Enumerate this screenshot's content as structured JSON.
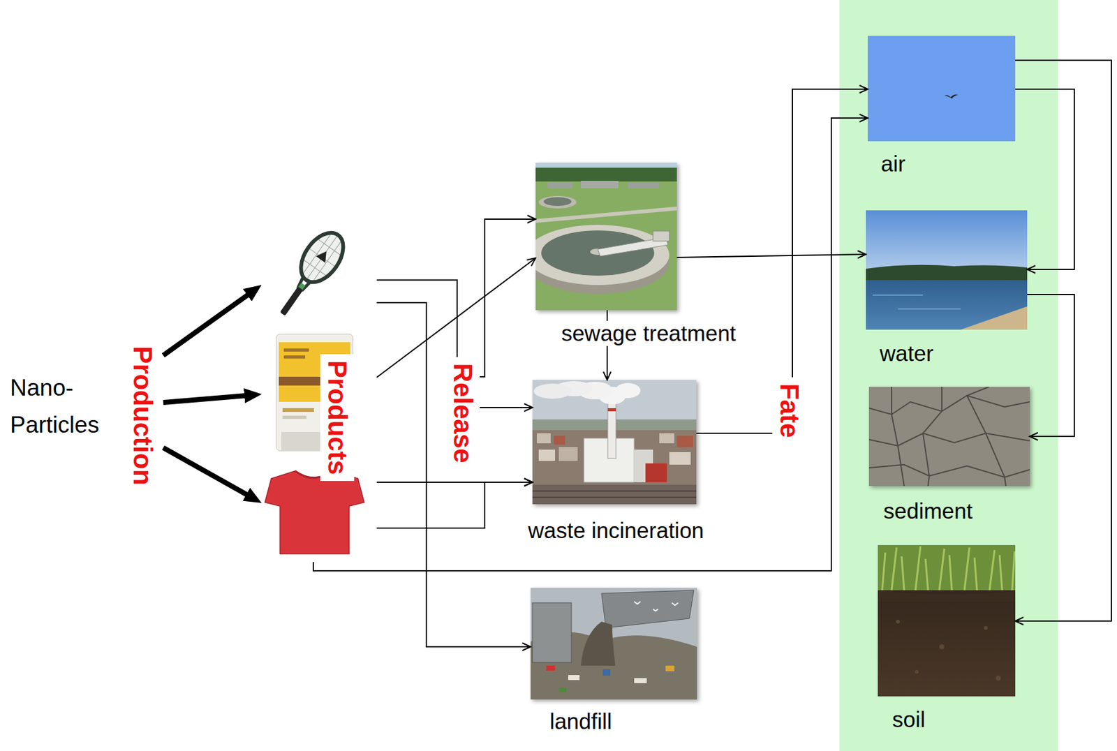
{
  "diagram": {
    "nodes": [
      {
        "text": [
          "Nano- Particles"
        ]
      },
      {
        "text": [
          "Products"
        ]
      },
      {
        "text": [
          "sewage treatment"
        ]
      },
      {
        "text": [
          "waste incineration"
        ]
      },
      {
        "text": [
          "landfill"
        ]
      },
      {
        "text": [
          "air"
        ]
      },
      {
        "text": [
          "water"
        ]
      },
      {
        "text": [
          "sediment"
        ]
      },
      {
        "text": [
          "soil"
        ]
      }
    ],
    "edges": [
      {
        "from": 0,
        "to": 1,
        "arrow": "to"
      },
      {
        "from": 0,
        "to": 1,
        "arrow": "to"
      },
      {
        "from": 0,
        "to": 1,
        "arrow": "to"
      },
      {
        "from": 1,
        "to": 2,
        "arrow": "to"
      },
      {
        "from": 1,
        "to": 2,
        "arrow": "to"
      },
      {
        "from": 1,
        "to": 3,
        "arrow": "to"
      },
      {
        "from": 1,
        "to": 3,
        "arrow": "to"
      },
      {
        "from": 1,
        "to": 3,
        "arrow": "to"
      },
      {
        "from": 1,
        "to": 4,
        "arrow": "to"
      },
      {
        "from": 1,
        "to": 5,
        "arrow": "to"
      },
      {
        "from": 2,
        "to": 6,
        "arrow": "to"
      },
      {
        "from": 2,
        "to": 3,
        "arrow": "to"
      },
      {
        "from": 3,
        "to": 5,
        "label": "Fate",
        "arrow": "to"
      },
      {
        "from": 5,
        "to": 6,
        "arrow": "to"
      },
      {
        "from": 5,
        "to": 8,
        "arrow": "to"
      },
      {
        "from": 6,
        "to": 7,
        "arrow": "to"
      }
    ],
    "labels": [
      "Production",
      "Release"
    ]
  }
}
